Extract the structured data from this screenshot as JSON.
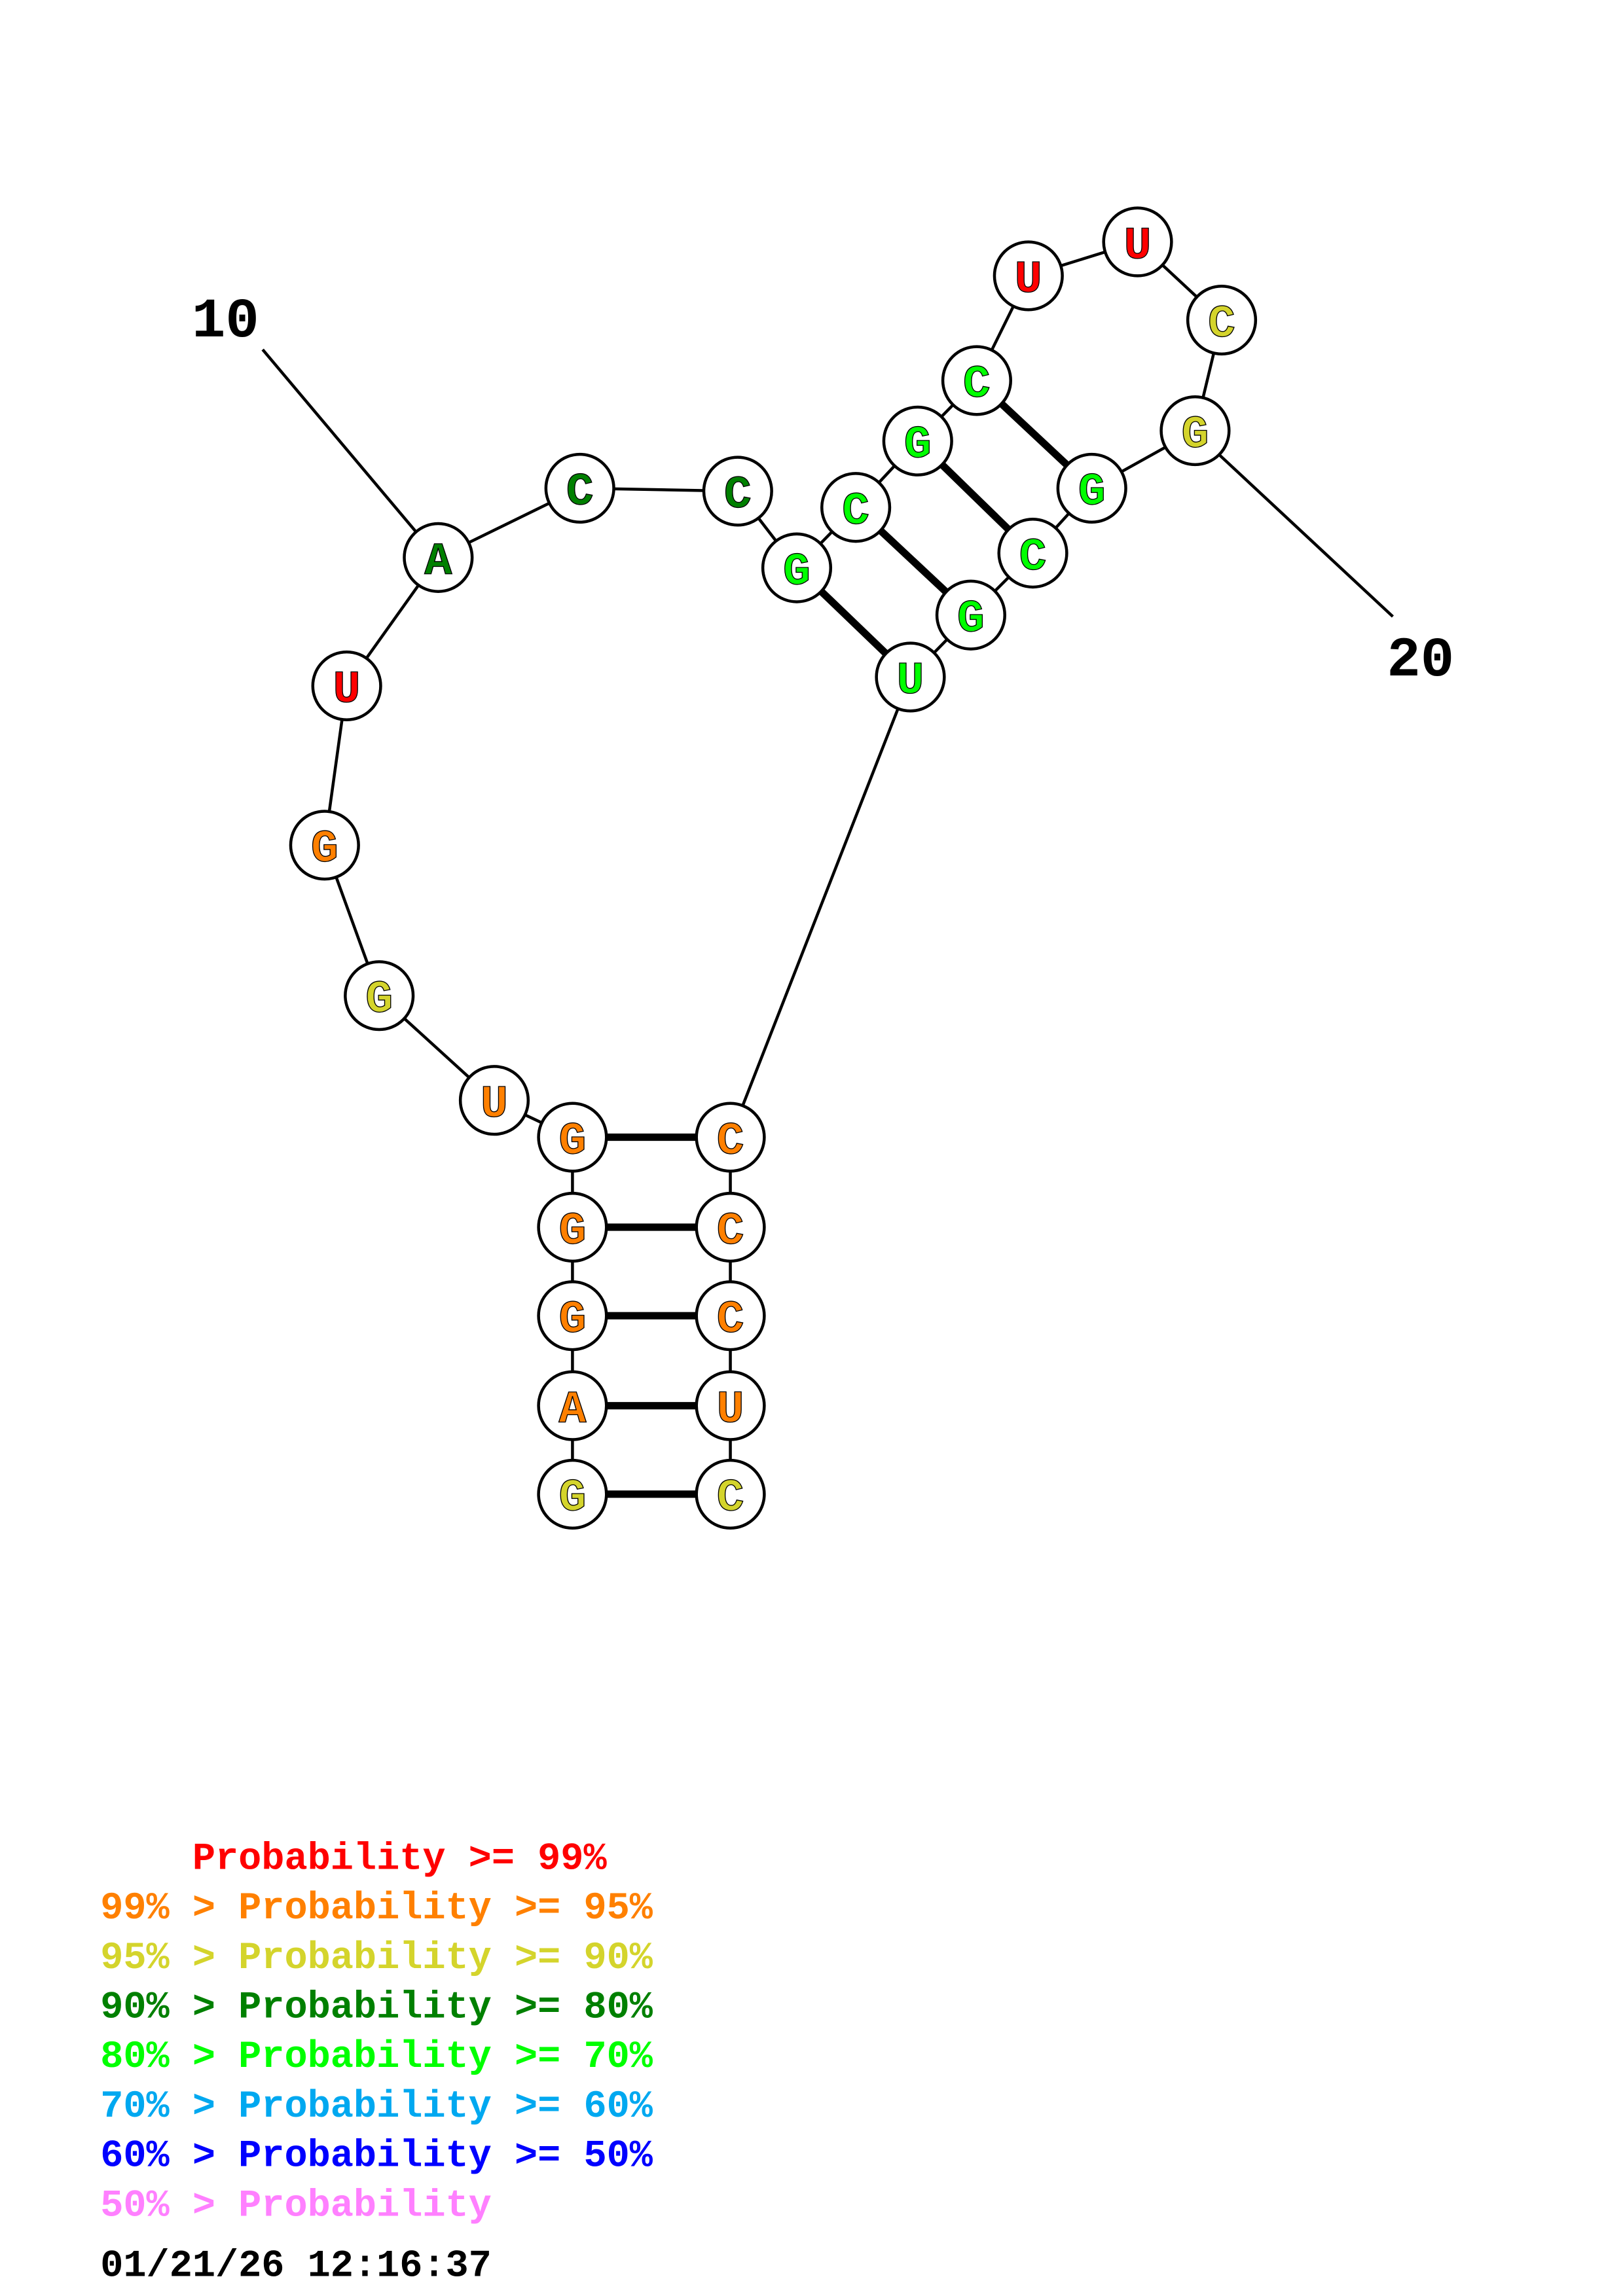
{
  "colors": {
    "p99": "#ff0000",
    "p95": "#ff8000",
    "p90": "#d4d42c",
    "p80": "#008000",
    "p70": "#00ff00",
    "p60": "#00a8f0",
    "p50": "#0000ff",
    "plow": "#ff80ff"
  },
  "position_labels": [
    "10",
    "20"
  ],
  "nucleotides": [
    {
      "base": "A",
      "bin": "p80"
    },
    {
      "base": "C",
      "bin": "p80"
    },
    {
      "base": "C",
      "bin": "p80"
    },
    {
      "base": "G",
      "bin": "p70"
    },
    {
      "base": "C",
      "bin": "p70"
    },
    {
      "base": "G",
      "bin": "p70"
    },
    {
      "base": "C",
      "bin": "p70"
    },
    {
      "base": "U",
      "bin": "p99"
    },
    {
      "base": "U",
      "bin": "p99"
    },
    {
      "base": "C",
      "bin": "p90"
    },
    {
      "base": "G",
      "bin": "p90"
    },
    {
      "base": "G",
      "bin": "p70"
    },
    {
      "base": "C",
      "bin": "p70"
    },
    {
      "base": "G",
      "bin": "p70"
    },
    {
      "base": "U",
      "bin": "p70"
    },
    {
      "base": "C",
      "bin": "p95"
    },
    {
      "base": "C",
      "bin": "p95"
    },
    {
      "base": "C",
      "bin": "p95"
    },
    {
      "base": "U",
      "bin": "p95"
    },
    {
      "base": "C",
      "bin": "p90"
    },
    {
      "base": "G",
      "bin": "p90"
    },
    {
      "base": "A",
      "bin": "p95"
    },
    {
      "base": "G",
      "bin": "p95"
    },
    {
      "base": "G",
      "bin": "p95"
    },
    {
      "base": "G",
      "bin": "p95"
    },
    {
      "base": "U",
      "bin": "p95"
    },
    {
      "base": "G",
      "bin": "p90"
    },
    {
      "base": "G",
      "bin": "p95"
    },
    {
      "base": "U",
      "bin": "p99"
    }
  ],
  "pairs": [
    [
      3,
      14
    ],
    [
      4,
      13
    ],
    [
      5,
      12
    ],
    [
      6,
      11
    ],
    [
      24,
      15
    ],
    [
      23,
      16
    ],
    [
      22,
      17
    ],
    [
      21,
      18
    ],
    [
      20,
      19
    ]
  ],
  "legend": [
    {
      "text": "    Probability >= 99%",
      "bin": "p99"
    },
    {
      "text": "99% > Probability >= 95%",
      "bin": "p95"
    },
    {
      "text": "95% > Probability >= 90%",
      "bin": "p90"
    },
    {
      "text": "90% > Probability >= 80%",
      "bin": "p80"
    },
    {
      "text": "80% > Probability >= 70%",
      "bin": "p70"
    },
    {
      "text": "70% > Probability >= 60%",
      "bin": "p60"
    },
    {
      "text": "60% > Probability >= 50%",
      "bin": "p50"
    },
    {
      "text": "50% > Probability",
      "bin": "plow"
    }
  ],
  "timestamp": "01/21/26 12:16:37"
}
